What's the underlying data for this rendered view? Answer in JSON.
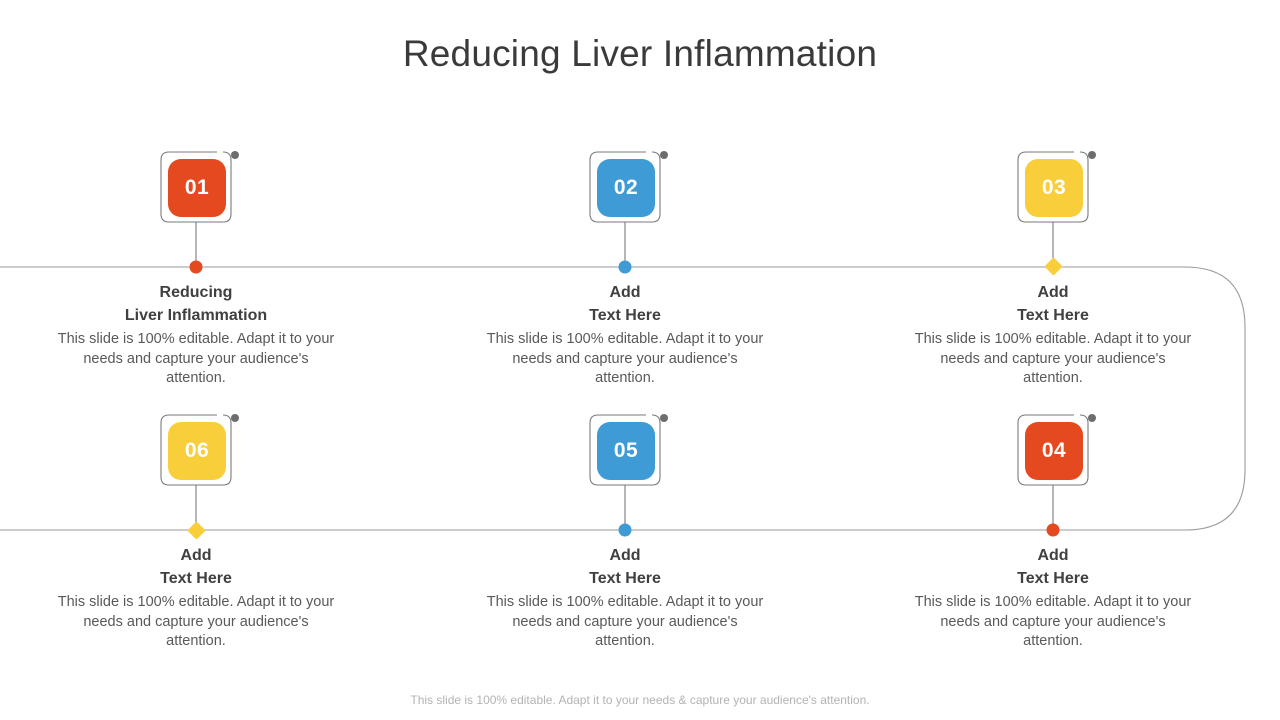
{
  "slide": {
    "title": "Reducing Liver Inflammation",
    "footer": "This slide is 100% editable. Adapt it to your needs & capture your audience's attention."
  },
  "colors": {
    "orange": "#E5491F",
    "blue": "#3F9BD6",
    "yellow": "#F9CE3B",
    "rail": "#9a9a9a",
    "badge_outline": "#7a7a7a",
    "badge_marker_dot": "#6d6d6d",
    "heading": "#404040",
    "body": "#58595b",
    "title": "#3a3a3a",
    "footer": "#b3b3b3"
  },
  "cards": [
    {
      "number": "01",
      "color_name": "orange",
      "color": "#E5491F",
      "marker_shape": "circle",
      "heading": "Reducing\nLiver Inflammation",
      "body": "This slide is 100% editable. Adapt it to your needs and capture your audience's attention."
    },
    {
      "number": "02",
      "color_name": "blue",
      "color": "#3F9BD6",
      "marker_shape": "circle",
      "heading": "Add\nText Here",
      "body": "This slide is 100% editable. Adapt it to your needs and capture your audience's attention."
    },
    {
      "number": "03",
      "color_name": "yellow",
      "color": "#F9CE3B",
      "marker_shape": "diamond",
      "heading": "Add\nText Here",
      "body": "This slide is 100% editable. Adapt it to your needs and capture your audience's attention."
    },
    {
      "number": "06",
      "color_name": "yellow",
      "color": "#F9CE3B",
      "marker_shape": "diamond",
      "heading": "Add\nText Here",
      "body": "This slide is 100% editable. Adapt it to your needs and capture your audience's attention."
    },
    {
      "number": "05",
      "color_name": "blue",
      "color": "#3F9BD6",
      "marker_shape": "circle",
      "heading": "Add\nText Here",
      "body": "This slide is 100% editable. Adapt it to your needs and capture your audience's attention."
    },
    {
      "number": "04",
      "color_name": "orange",
      "color": "#E5491F",
      "marker_shape": "circle",
      "heading": "Add\nText Here",
      "body": "This slide is 100% editable. Adapt it to your needs and capture your audience's attention."
    }
  ]
}
